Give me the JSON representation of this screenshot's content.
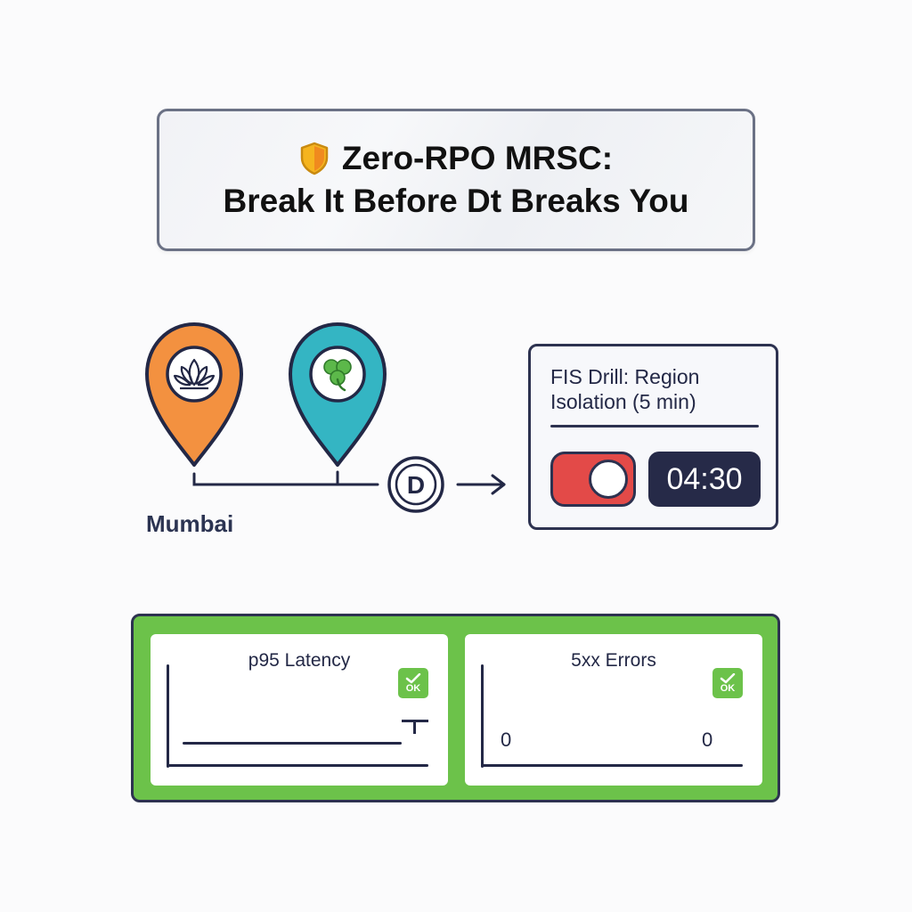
{
  "header": {
    "title_line1": "Zero-RPO MRSC:",
    "title_line2": "Break It Before Dt Breaks You",
    "icon": "shield-icon"
  },
  "topology": {
    "region_label": "Mumbai",
    "pins": [
      {
        "icon": "lotus-icon",
        "color": "#f39140"
      },
      {
        "icon": "shamrock-icon",
        "color": "#34b5c3"
      }
    ],
    "node_letter": "D",
    "arrow_icon": "arrow-right-icon"
  },
  "drill": {
    "title": "FIS Drill: Region Isolation (5 min)",
    "toggle_color": "#e34a48",
    "timer": "04:30"
  },
  "metrics": {
    "border_color": "#6cc24a",
    "panels": [
      {
        "title": "p95 Latency",
        "badge": "OK"
      },
      {
        "title": "5xx Errors",
        "badge": "OK",
        "left_value": "0",
        "right_value": "0"
      }
    ]
  }
}
